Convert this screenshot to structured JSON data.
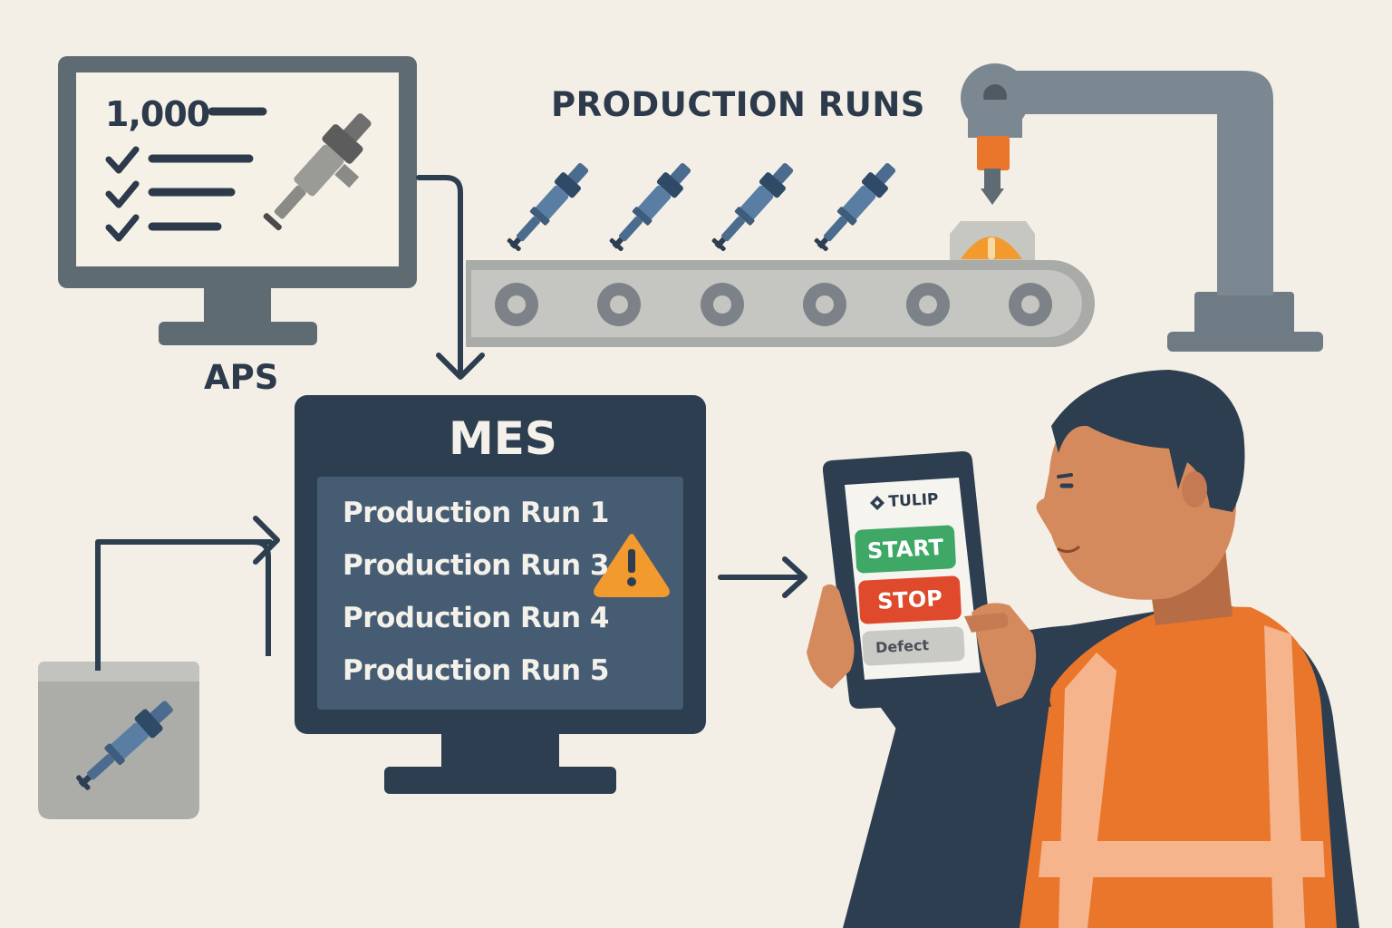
{
  "aps": {
    "count": "1,000",
    "label": "APS"
  },
  "production_runs_title": "PRODUCTION RUNS",
  "mes": {
    "title": "MES",
    "runs": [
      "Production Run 1",
      "Production Run 3",
      "Production Run 4",
      "Production Run 5"
    ]
  },
  "tablet": {
    "brand": "TULIP",
    "start_label": "START",
    "stop_label": "STOP",
    "defect_label": "Defect"
  },
  "icons": [
    "checkmark-icon",
    "fuel-injector-icon",
    "warning-icon",
    "arrow-icon",
    "robot-arm-icon",
    "conveyor-belt-icon",
    "bin-icon",
    "tulip-logo-icon"
  ],
  "colors": {
    "background": "#f4efe6",
    "navy": "#2c3e50",
    "gray": "#78848d",
    "injector_blue": "#5a7ea3",
    "orange": "#e9762b",
    "start_green": "#3fa866",
    "stop_red": "#de4a2b"
  }
}
